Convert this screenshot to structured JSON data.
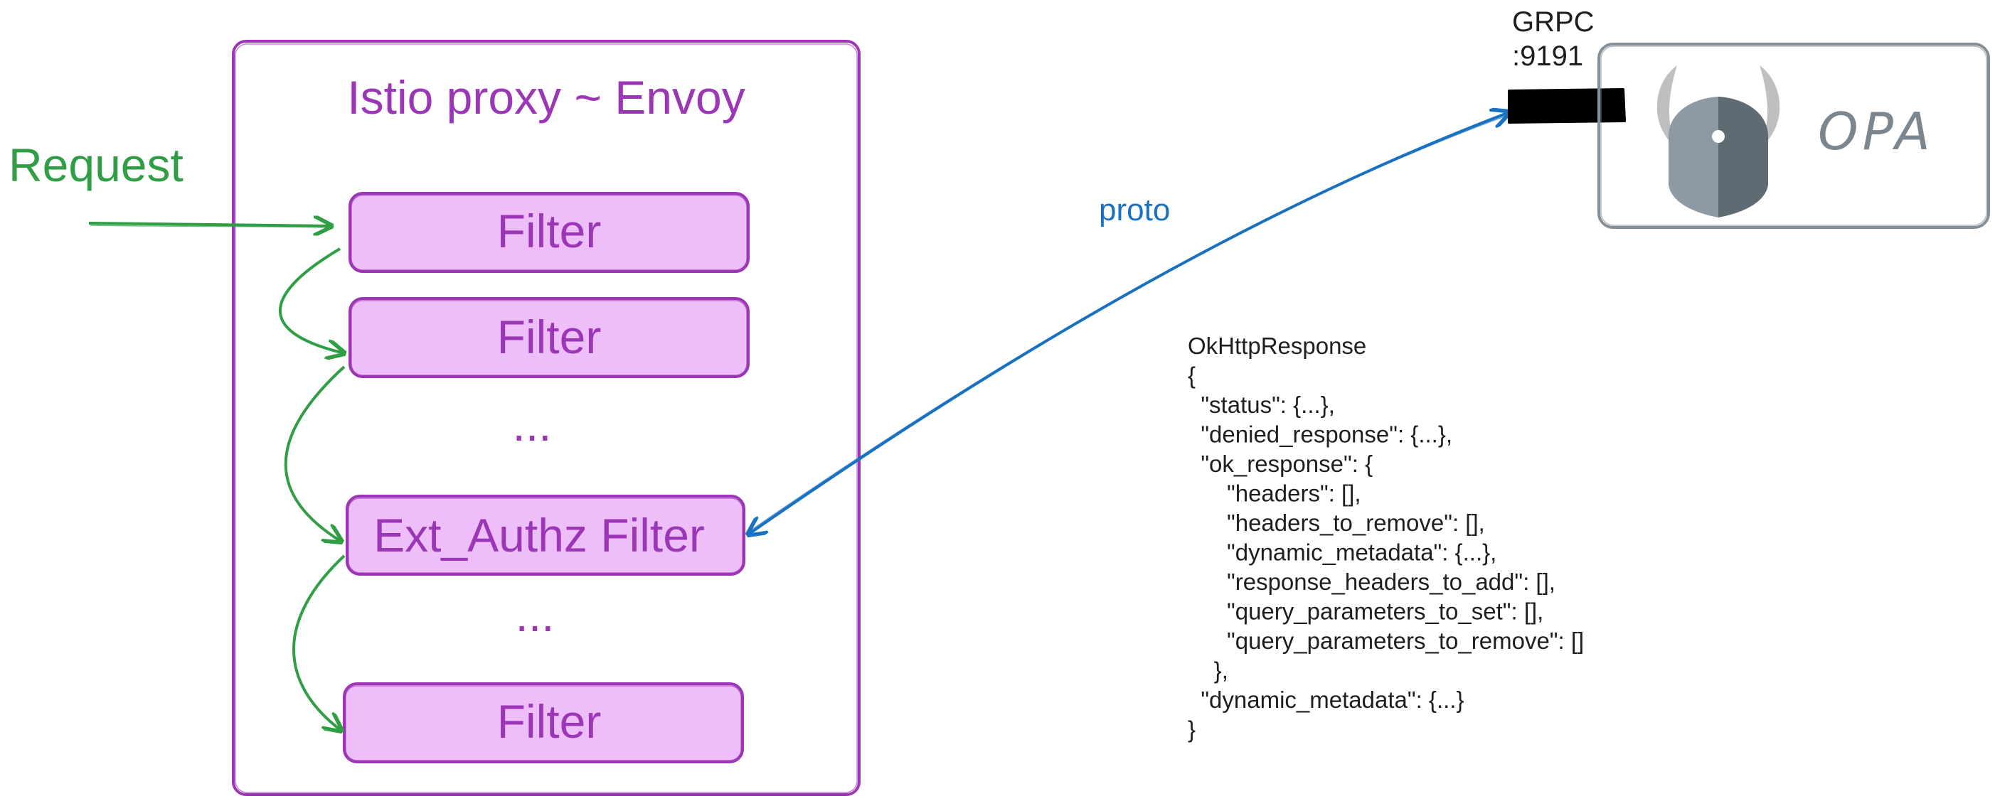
{
  "proxy": {
    "title": "Istio proxy ~ Envoy",
    "filters": [
      {
        "label": "Filter"
      },
      {
        "label": "Filter"
      },
      {
        "label": "Ext_Authz Filter"
      },
      {
        "label": "Filter"
      }
    ],
    "ellipsis": [
      "...",
      "..."
    ]
  },
  "request": {
    "label": "Request"
  },
  "connection": {
    "label": "proto"
  },
  "port": {
    "lines": [
      "GRPC",
      ":9191"
    ]
  },
  "opa": {
    "label": "OPA",
    "logo": "opa-viking-logo-icon"
  },
  "response_code": {
    "lines": [
      "OkHttpResponse",
      "{",
      "  \"status\": {...},",
      "  \"denied_response\": {...},",
      "  \"ok_response\": {",
      "      \"headers\": [],",
      "      \"headers_to_remove\": [],",
      "      \"dynamic_metadata\": {...},",
      "      \"response_headers_to_add\": [],",
      "      \"query_parameters_to_set\": [],",
      "      \"query_parameters_to_remove\": []",
      "    },",
      "  \"dynamic_metadata\": {...}",
      "}"
    ]
  },
  "colors": {
    "proxy_stroke": "#9c36b5",
    "filter_fill": "#eebefa",
    "request_green": "#2f9e44",
    "proto_blue": "#1971c2",
    "opa_gray": "#868e96"
  }
}
